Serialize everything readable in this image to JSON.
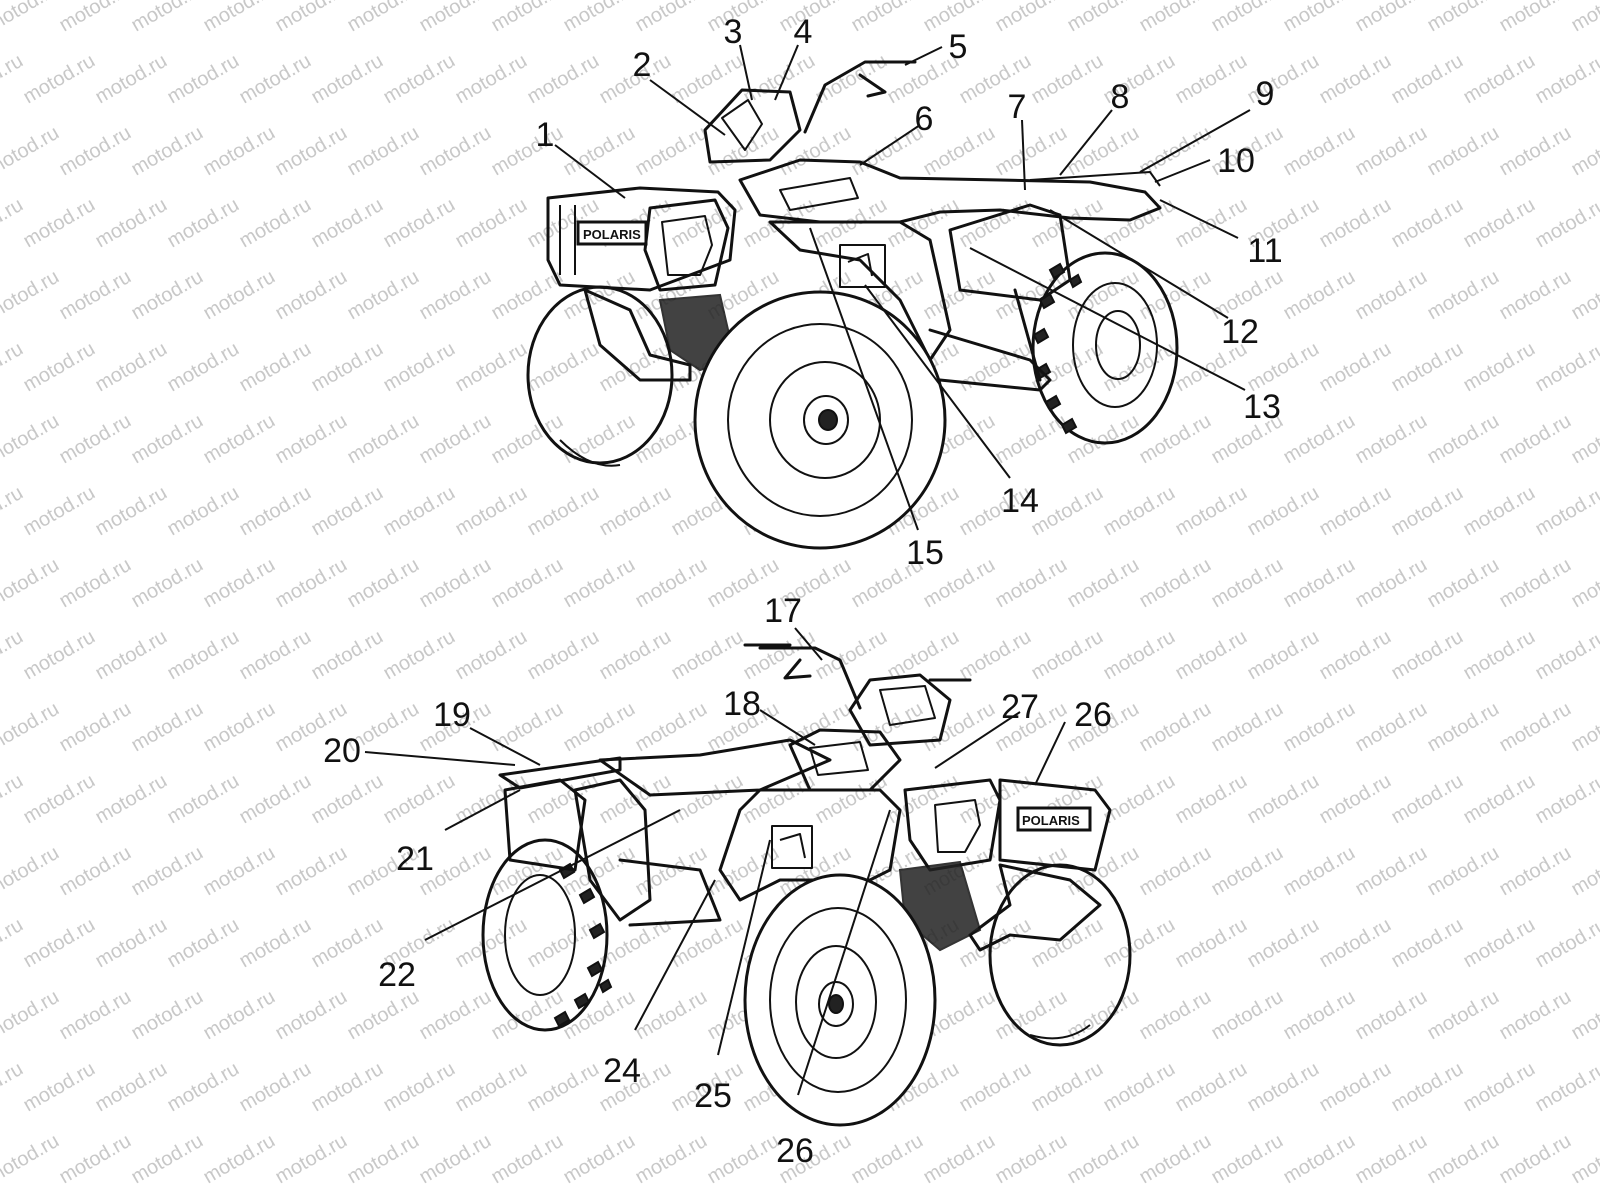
{
  "watermark": "motod.ru",
  "callouts": {
    "top": [
      "1",
      "2",
      "3",
      "4",
      "5",
      "6",
      "7",
      "8",
      "9",
      "10",
      "11",
      "12",
      "13",
      "14",
      "15"
    ],
    "bottom": [
      "17",
      "18",
      "19",
      "20",
      "21",
      "22",
      "24",
      "25",
      "26",
      "26",
      "27"
    ]
  }
}
